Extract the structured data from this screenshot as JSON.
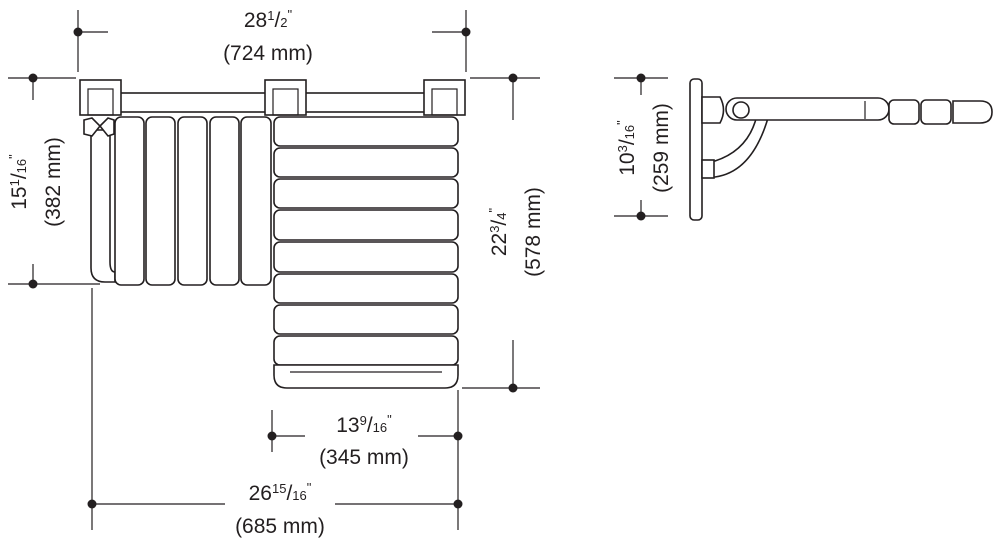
{
  "dimensions": {
    "overall_width": {
      "whole": "28",
      "num": "1",
      "den": "2",
      "unit": "\"",
      "metric": "(724 mm)"
    },
    "backrest_height": {
      "whole": "15",
      "num": "1",
      "den": "16",
      "unit": "\"",
      "metric": "(382 mm)"
    },
    "overall_depth": {
      "whole": "22",
      "num": "3",
      "den": "4",
      "unit": "\"",
      "metric": "(578 mm)"
    },
    "folded_depth": {
      "whole": "10",
      "num": "3",
      "den": "16",
      "unit": "\"",
      "metric": "(259 mm)"
    },
    "seat_width": {
      "whole": "13",
      "num": "9",
      "den": "16",
      "unit": "\"",
      "metric": "(345 mm)"
    },
    "seat_to_bar_width": {
      "whole": "26",
      "num": "15",
      "den": "16",
      "unit": "\"",
      "metric": "(685 mm)"
    }
  },
  "colors": {
    "line": "#231f20",
    "background": "#ffffff"
  }
}
